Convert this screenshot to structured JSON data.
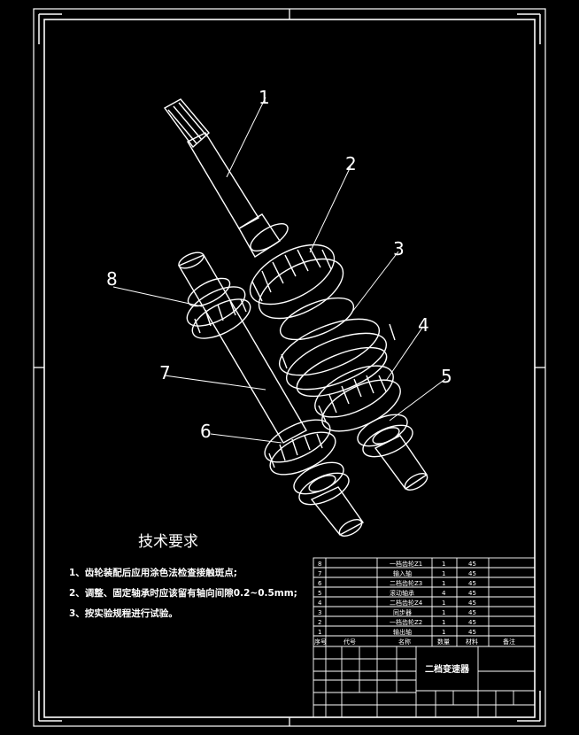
{
  "callouts": [
    "1",
    "2",
    "3",
    "4",
    "5",
    "6",
    "7",
    "8"
  ],
  "tech_title": "技术要求",
  "notes": [
    "1、齿轮装配后应用涂色法检查接触斑点;",
    "2、调整、固定轴承时应该留有轴向间隙0.2~0.5mm;",
    "3、按实验规程进行试验。"
  ],
  "bom": {
    "rows": [
      {
        "no": "8",
        "name": "一档齿轮Z1",
        "qty": "1",
        "mat": "45"
      },
      {
        "no": "7",
        "name": "输入轴",
        "qty": "1",
        "mat": "45"
      },
      {
        "no": "6",
        "name": "二档齿轮Z3",
        "qty": "1",
        "mat": "45"
      },
      {
        "no": "5",
        "name": "滚动轴承",
        "qty": "4",
        "mat": "45"
      },
      {
        "no": "4",
        "name": "二档齿轮Z4",
        "qty": "1",
        "mat": "45"
      },
      {
        "no": "3",
        "name": "同步器",
        "qty": "1",
        "mat": "45"
      },
      {
        "no": "2",
        "name": "一档齿轮Z2",
        "qty": "1",
        "mat": "45"
      },
      {
        "no": "1",
        "name": "输出轴",
        "qty": "1",
        "mat": "45"
      }
    ],
    "header": [
      "序号",
      "代号",
      "名称",
      "数量",
      "材料",
      "备注"
    ]
  },
  "drawing_name": "二档变速器"
}
